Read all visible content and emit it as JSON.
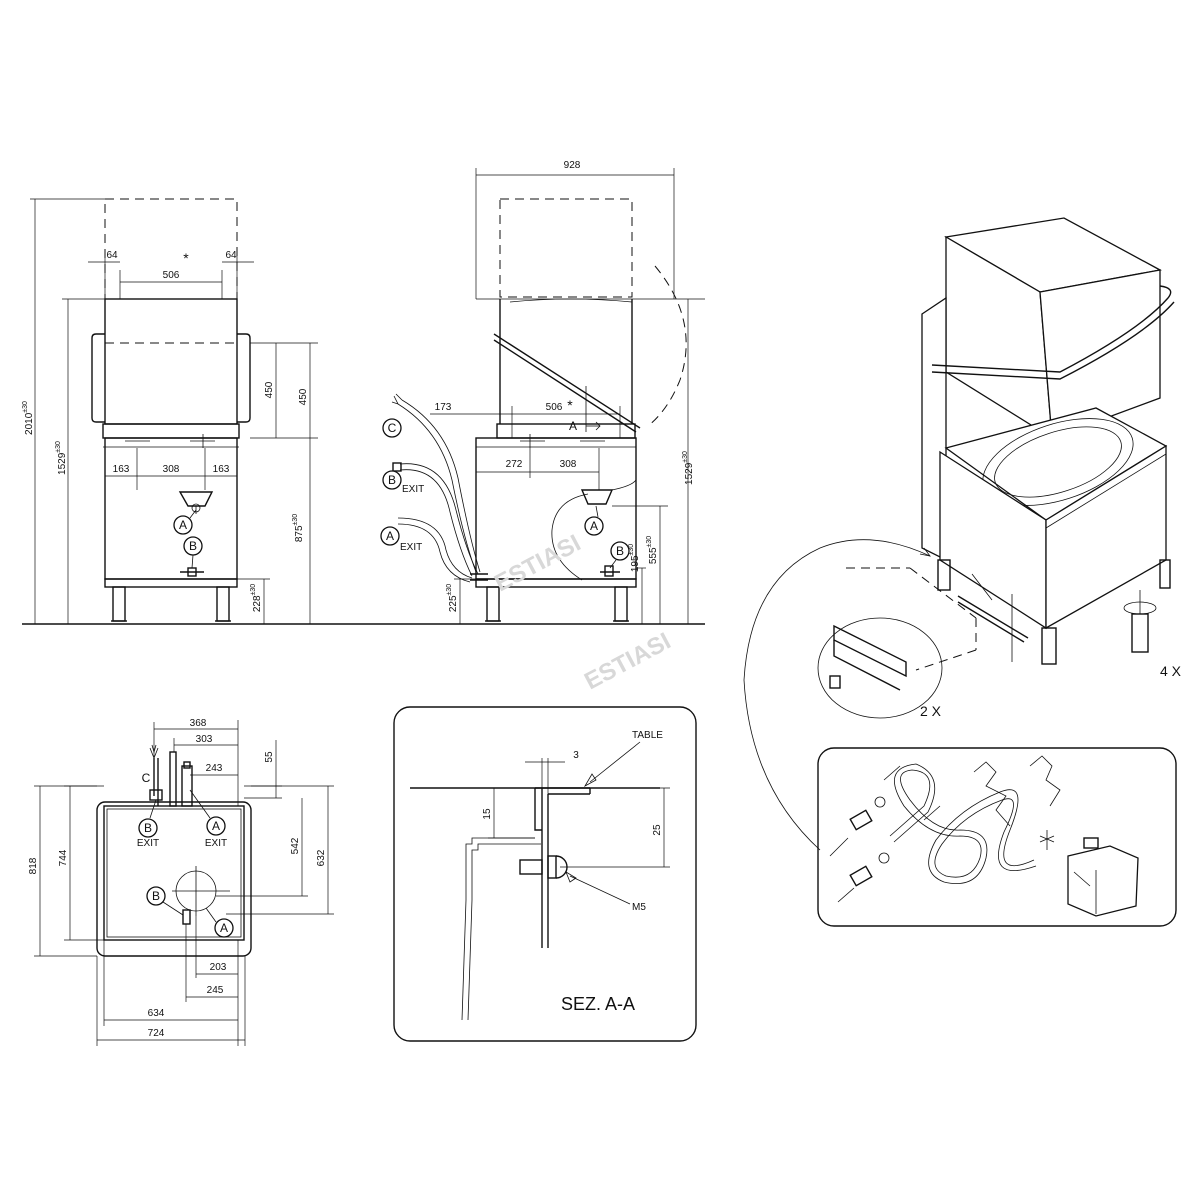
{
  "front_view": {
    "star": "*",
    "dim_64_left": "64",
    "dim_64_right": "64",
    "dim_506": "506",
    "dim_163_left": "163",
    "dim_308": "308",
    "dim_163_right": "163",
    "dim_450": "450",
    "dim_450_b": "450",
    "height_total": "2010",
    "height_total_tol": "±30",
    "height_1529": "1529",
    "height_1529_tol": "±30",
    "height_875": "875",
    "height_875_tol": "±30",
    "height_228": "228",
    "height_228_tol": "±30",
    "label_a": "A",
    "label_b": "B"
  },
  "side_view": {
    "dim_928": "928",
    "dim_173": "173",
    "dim_506": "506",
    "star": "*",
    "dim_272": "272",
    "dim_308": "308",
    "height_1529": "1529",
    "height_1529_tol": "±30",
    "height_555": "555",
    "height_555_tol": "±30",
    "height_195": "195",
    "height_195_tol": "±30",
    "height_225": "225",
    "height_225_tol": "±30",
    "label_a_section": "A",
    "label_a": "A",
    "label_b": "B",
    "hose_c": "C",
    "hose_b": "B",
    "hose_b_sub": "EXIT",
    "hose_a": "A",
    "hose_a_sub": "EXIT"
  },
  "top_view": {
    "dim_368": "368",
    "dim_303": "303",
    "dim_243": "243",
    "dim_55": "55",
    "dim_542": "542",
    "dim_632": "632",
    "dim_818": "818",
    "dim_744": "744",
    "dim_203": "203",
    "dim_245": "245",
    "dim_634": "634",
    "dim_724": "724",
    "label_c": "C",
    "label_b_exit": "B",
    "label_b_exit_sub": "EXIT",
    "label_a_exit": "A",
    "label_a_exit_sub": "EXIT",
    "label_b": "B",
    "label_a": "A"
  },
  "section": {
    "dim_3": "3",
    "table_label": "TABLE",
    "dim_15": "15",
    "dim_25": "25",
    "screw_label": "M5",
    "title": "SEZ. A-A"
  },
  "iso": {
    "qty_feet": "4 X",
    "qty_brackets": "2 X"
  },
  "watermark": {
    "text_1": "ESTIASI",
    "text_2": "ESTIASI"
  }
}
